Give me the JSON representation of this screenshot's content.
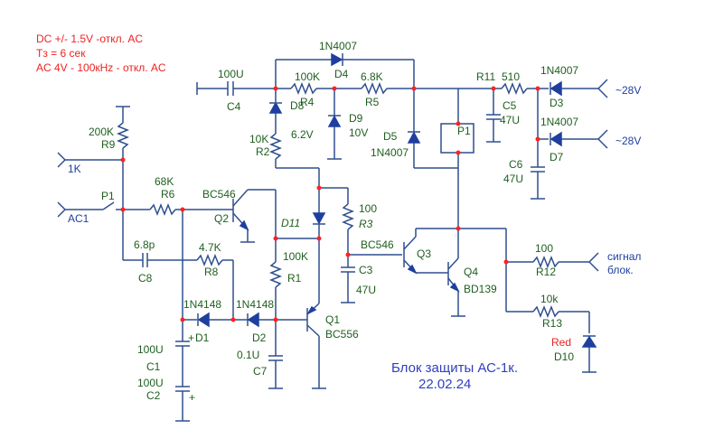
{
  "notes": [
    "DC +/- 1.5V -откл. AC",
    "Тз = 6 сек",
    "AC 4V - 100кHz - откл. AC"
  ],
  "title": "Блок защиты АС-1к.",
  "date": "22.02.24",
  "labels": {
    "c4_val": "100U",
    "c4": "C4",
    "d4_type": "1N4007",
    "d4": "D4",
    "r4_val": "100K",
    "r4": "R4",
    "r5_val": "6.8K",
    "r5": "R5",
    "r11": "R11",
    "r11_val": "510",
    "d3_type": "1N4007",
    "d3": "D3",
    "in1": "~28V",
    "d8": "D8",
    "d9": "D9",
    "d9_val": "10V",
    "d8_val": "6.2V",
    "d5": "D5",
    "d5_type": "1N4007",
    "p1_relay": "P1",
    "c5": "C5",
    "c5_val": "47U",
    "d7_type": "1N4007",
    "d7": "D7",
    "in2": "~28V",
    "c6": "C6",
    "c6_val": "47U",
    "r9_val": "200K",
    "r9": "R9",
    "r2_val": "10K",
    "r2": "R2",
    "in_1k": "1K",
    "r6_val": "68K",
    "r6": "R6",
    "q2_type": "BC546",
    "q2": "Q2",
    "p1_contact": "P1",
    "in_ac1": "AC1",
    "d11": "D11",
    "r3_val": "100",
    "r3": "R3",
    "c8_val": "6.8p",
    "c8": "C8",
    "r8_val": "4.7K",
    "r8": "R8",
    "r1_val": "100K",
    "r1": "R1",
    "q3_type": "BC546",
    "q3": "Q3",
    "c3": "C3",
    "c3_val": "47U",
    "q4": "Q4",
    "q4_type": "BD139",
    "r12_val": "100",
    "r12": "R12",
    "signal1": "сигнал",
    "signal2": "блок.",
    "r13_val": "10k",
    "r13": "R13",
    "d1_type": "1N4148",
    "d1": "D1",
    "d2_type": "1N4148",
    "d2": "D2",
    "q1": "Q1",
    "q1_type": "BC556",
    "c1_val": "100U",
    "c1": "C1",
    "c2_val": "100U",
    "c2": "C2",
    "c7_val": "0.1U",
    "c7": "C7",
    "d10_color": "Red",
    "d10": "D10",
    "plus1": "+",
    "plus2": "+"
  }
}
